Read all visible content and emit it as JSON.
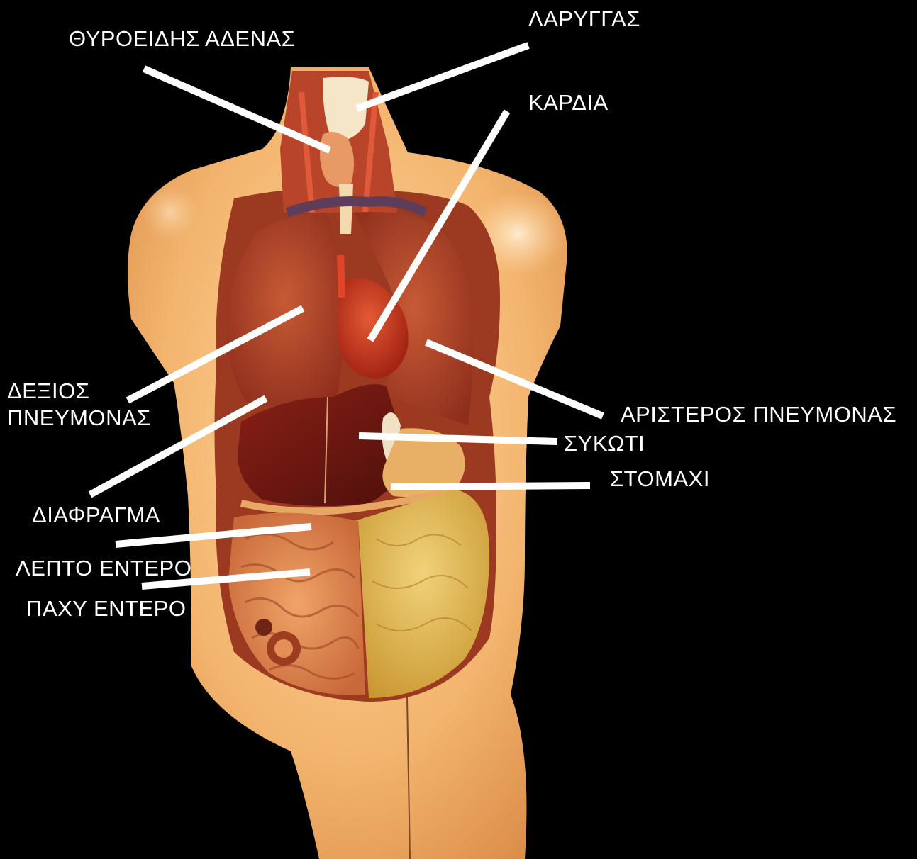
{
  "labels": {
    "thyroid": "ΘΥΡΟΕΙΔΗΣ ΑΔΕΝΑΣ",
    "larynx": "ΛΑΡΥΓΓΑΣ",
    "heart": "ΚΑΡΔΙΑ",
    "right_lung_line1": "ΔΕΞΙΟΣ",
    "right_lung_line2": "ΠΝΕΥΜΟΝΑΣ",
    "left_lung": "ΑΡΙΣΤΕΡΟΣ ΠΝΕΥΜΟΝΑΣ",
    "liver": "ΣΥΚΩΤΙ",
    "stomach": "ΣΤΟΜΑΧΙ",
    "diaphragm": "ΔΙΑΦΡΑΓΜΑ",
    "small_intestine": "ΛΕΠΤΟ ΕΝΤΕΡΟ",
    "large_intestine": "ΠΑΧΥ ΕΝΤΕΡΟ"
  },
  "colors": {
    "background": "#000000",
    "label_text": "#ffffff",
    "leader_line": "#ffffff",
    "skin": "#f2b877",
    "lung": "#b44a2c",
    "liver": "#6e1612",
    "heart": "#c0391f",
    "intestine": "#e08a52",
    "colon_fat": "#d9b04a"
  }
}
